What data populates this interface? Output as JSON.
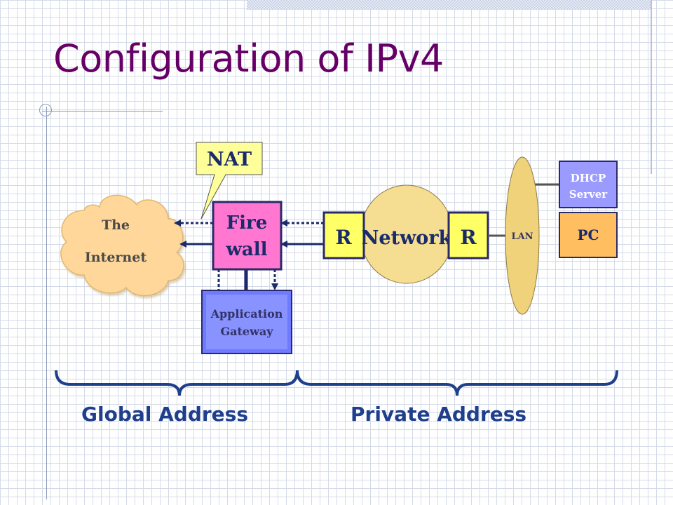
{
  "slide": {
    "title": "Configuration of IPv4"
  },
  "diagram": {
    "internet": {
      "line1": "The",
      "line2": "Internet"
    },
    "nat": "NAT",
    "firewall": {
      "line1": "Fire",
      "line2": "wall"
    },
    "router_left": "R",
    "network": "Network",
    "router_right": "R",
    "lan": "LAN",
    "dhcp": {
      "line1": "DHCP",
      "line2": "Server"
    },
    "pc": "PC",
    "gateway": {
      "line1": "Application",
      "line2": "Gateway"
    }
  },
  "address": {
    "global": "Global Address",
    "private": "Private Address"
  },
  "colors": {
    "title": "#660066",
    "address_text": "#1f3f8c",
    "cloud_fill": "#ffd79a",
    "nat_fill": "#ffff99",
    "firewall_fill": "#ff77d0",
    "router_fill": "#ffff66",
    "network_fill": "#f5dd92",
    "lan_fill": "#f0d27a",
    "dhcp_fill": "#9a9aff",
    "pc_fill": "#ffbf60",
    "gateway_fill": "#6e7bff",
    "line": "#1a2a6a"
  }
}
